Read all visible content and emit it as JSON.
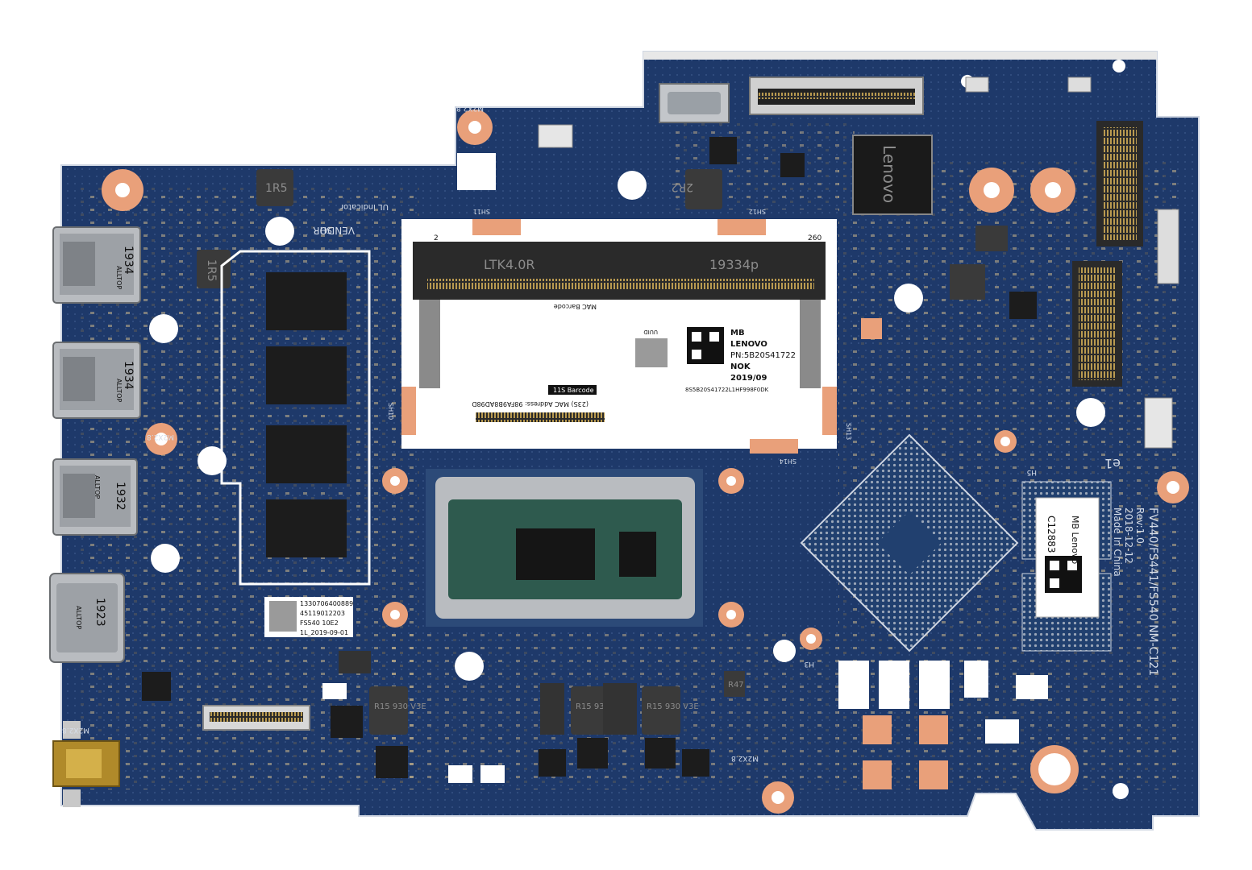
{
  "colors": {
    "pcb": "#1f3a6b",
    "pcb_dark": "#183058",
    "copper_pad": "#e9a07a",
    "silkscreen": "#d6dde8",
    "chip": "#1c1c1c",
    "metal": "#b9bcc0"
  },
  "usb_ports": [
    {
      "brand": "ALLTOP",
      "code": "1934"
    },
    {
      "brand": "ALLTOP",
      "code": "1934"
    },
    {
      "brand": "ALLTOP",
      "code": "1932"
    },
    {
      "brand": "ALLTOP",
      "code": "1923"
    }
  ],
  "inductors": {
    "top_left": "1R5",
    "left": "1R5",
    "top_center": "2R2",
    "bottom": [
      "R15 930 V3E",
      "R15 930 V3E",
      "R15 930 V3E"
    ],
    "small": "R47"
  },
  "silkscreen": {
    "vendor": "VENDOR",
    "sh": "SH",
    "ul_indicator": "UL indicator",
    "m2x2_8": "M2X2.8",
    "mb_model": "FV440/FS441/FS540 NM-C121",
    "rev": "Rev:1.0",
    "date": "2018-12-12",
    "made_in": "Made In China",
    "mac_barcode": "MAC Barcode",
    "i1s_barcode": "11S Barcode",
    "uuid": "UUID",
    "e1": "e1",
    "h5": "H5",
    "h3": "H3",
    "sh10": "SH10",
    "sh13": "SH13",
    "sh14": "SH14",
    "sh11": "SH11",
    "sh12": "SH12"
  },
  "ram_slot": {
    "brand": "LTK4.0R",
    "code": "19334p",
    "pin_left": "2",
    "pin_right": "260"
  },
  "lenovo_label": {
    "mb": "MB",
    "lenovo": "LENOVO",
    "pn": "PN:5B20S41722",
    "nok": "NOK",
    "date": "2019/09",
    "serial": "8S5B20S41722L1HF998F0DK",
    "mac": "(23S) MAC Address: 98FA9B8AD98D"
  },
  "bottom_label": {
    "line1": "1330706400889",
    "line2": "45119012203",
    "line3": "FS540     10E2",
    "line4": "1L_2019-09-01"
  },
  "white_sticker": {
    "code": "C12883",
    "text": "MB Lenovo"
  },
  "ec_chip": {
    "brand": "Lenovo"
  }
}
